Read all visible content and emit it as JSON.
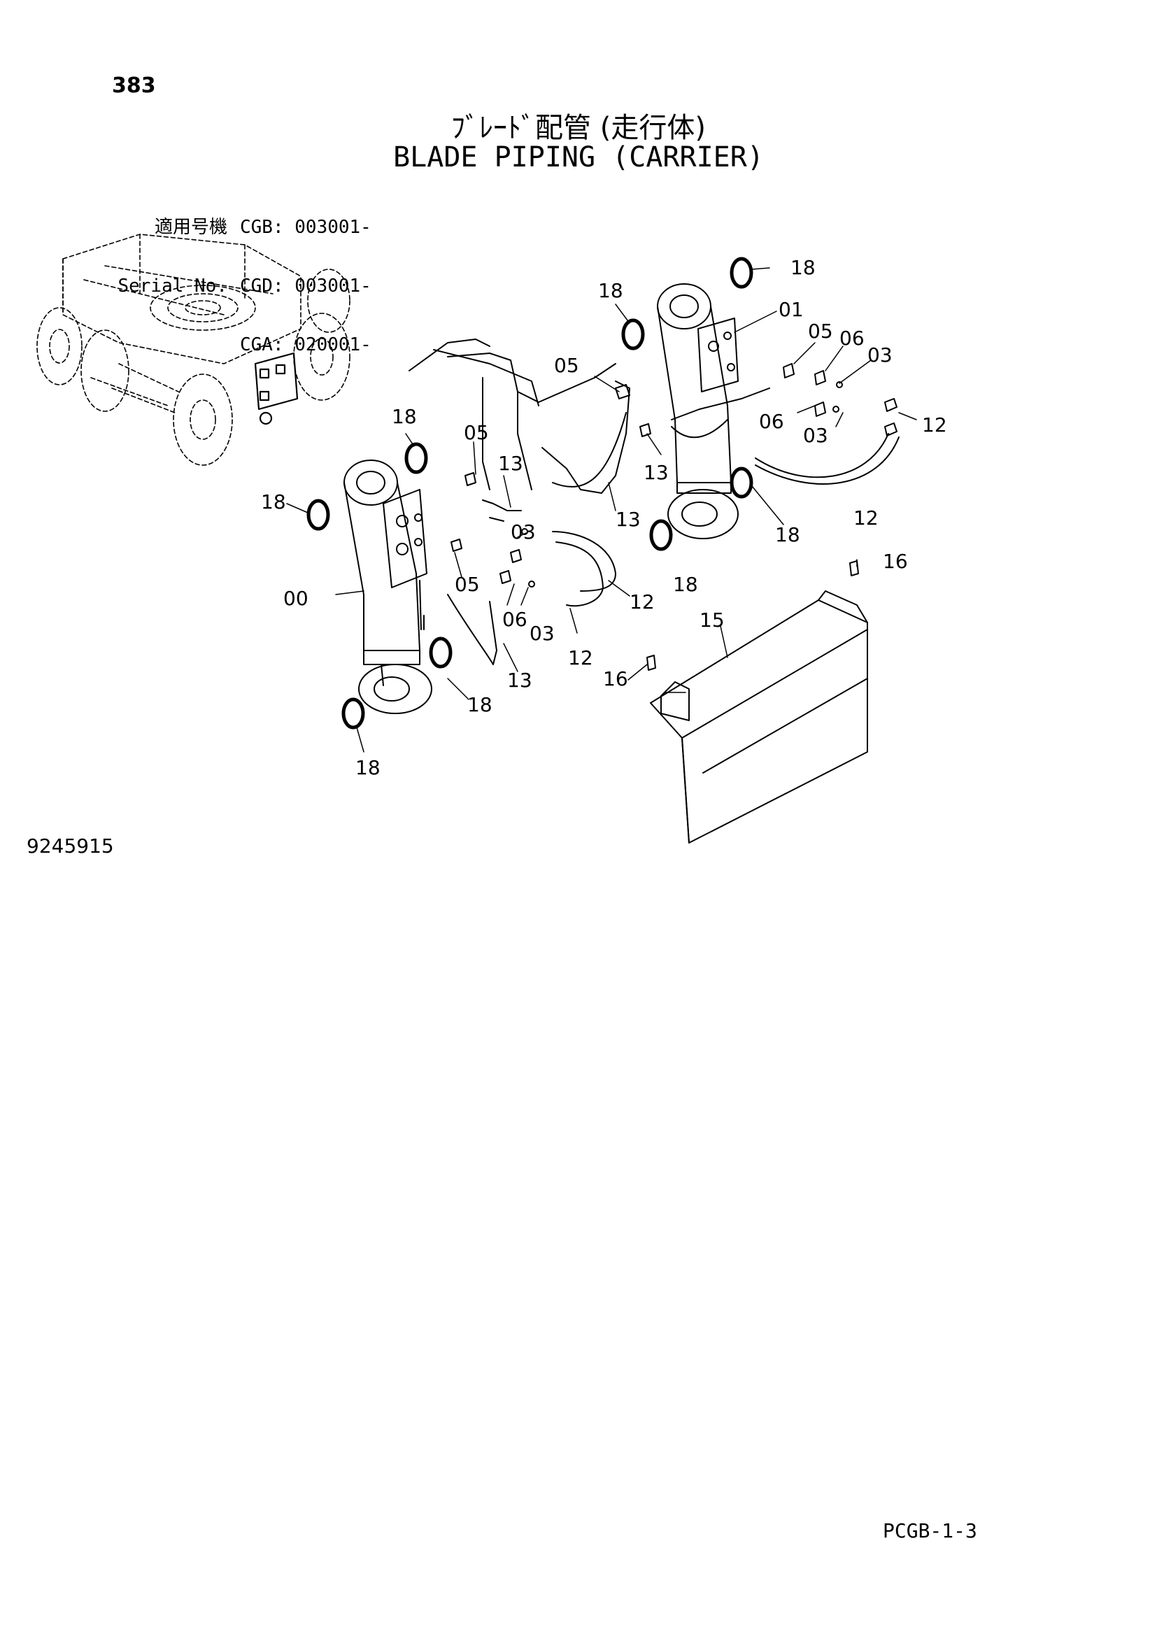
{
  "header": {
    "page_number": "383",
    "title_jp": "ﾌﾞﾚｰﾄﾞ配管 (走行体)",
    "title_en": "BLADE PIPING (CARRIER)"
  },
  "serial": {
    "rows": [
      {
        "label": "適用号機",
        "value": "CGB: 003001-"
      },
      {
        "label": "Serial No.",
        "value": "CGD: 003001-"
      },
      {
        "label": "",
        "value": "CGA: 020001-"
      }
    ]
  },
  "callouts": [
    {
      "id": "c01",
      "text": "18"
    },
    {
      "id": "c02",
      "text": "18"
    },
    {
      "id": "c03",
      "text": "01"
    },
    {
      "id": "c04",
      "text": "05"
    },
    {
      "id": "c05",
      "text": "06"
    },
    {
      "id": "c06",
      "text": "03"
    },
    {
      "id": "c07",
      "text": "05"
    },
    {
      "id": "c08",
      "text": "12"
    },
    {
      "id": "c09",
      "text": "06"
    },
    {
      "id": "c10",
      "text": "03"
    },
    {
      "id": "c11",
      "text": "18"
    },
    {
      "id": "c12",
      "text": "05"
    },
    {
      "id": "c13",
      "text": "13"
    },
    {
      "id": "c14",
      "text": "13"
    },
    {
      "id": "c15",
      "text": "18"
    },
    {
      "id": "c16",
      "text": "13"
    },
    {
      "id": "c17",
      "text": "12"
    },
    {
      "id": "c18",
      "text": "18"
    },
    {
      "id": "c19",
      "text": "03"
    },
    {
      "id": "c20",
      "text": "18"
    },
    {
      "id": "c21",
      "text": "16"
    },
    {
      "id": "c22",
      "text": "00"
    },
    {
      "id": "c23",
      "text": "05"
    },
    {
      "id": "c24",
      "text": "06"
    },
    {
      "id": "c25",
      "text": "03"
    },
    {
      "id": "c26",
      "text": "12"
    },
    {
      "id": "c27",
      "text": "15"
    },
    {
      "id": "c28",
      "text": "12"
    },
    {
      "id": "c29",
      "text": "16"
    },
    {
      "id": "c30",
      "text": "13"
    },
    {
      "id": "c31",
      "text": "18"
    },
    {
      "id": "c32",
      "text": "18"
    }
  ],
  "footer": {
    "drawing_number": "9245915",
    "page_code": "PCGB-1-3"
  }
}
